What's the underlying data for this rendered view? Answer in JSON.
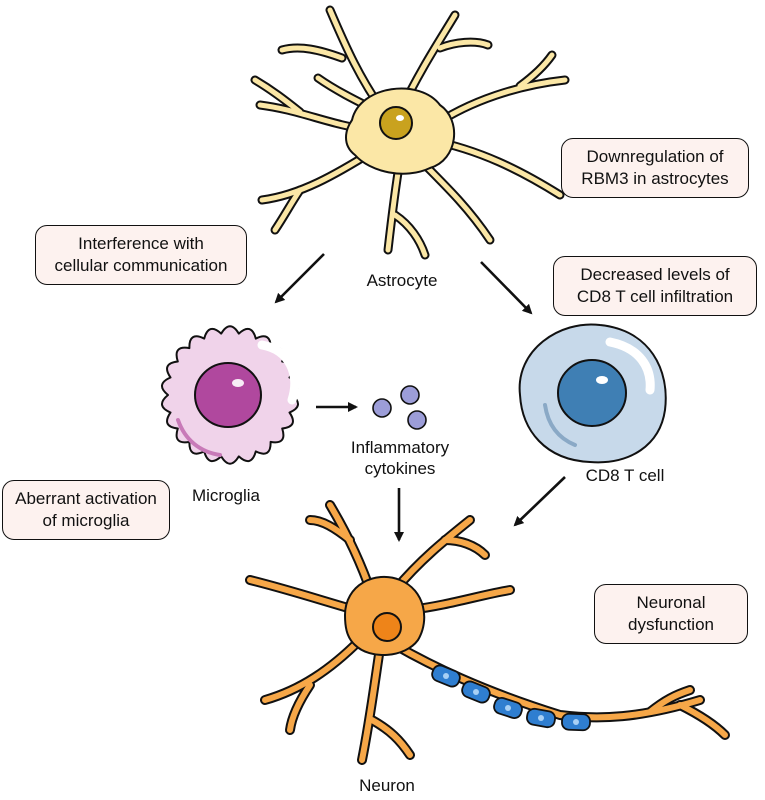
{
  "labels": {
    "astrocyte": "Astrocyte",
    "microglia": "Microglia",
    "cytokines": "Inflammatory\ncytokines",
    "cd8": "CD8 T cell",
    "neuron": "Neuron"
  },
  "boxes": {
    "downregulation": "Downregulation of\nRBM3 in astrocytes",
    "interference": "Interference with\ncellular communication",
    "decreased": "Decreased levels of\nCD8 T cell infiltration",
    "aberrant": "Aberrant activation\nof microglia",
    "dysfunction": "Neuronal\ndysfunction"
  },
  "colors": {
    "astrocyte": "#fbe7a6",
    "astrocyte_nucleus": "#c9a21e",
    "microglia": "#f0d3ea",
    "microglia_nucleus": "#b0489e",
    "tcell": "#c7d9ea",
    "tcell_nucleus": "#3f7fb4",
    "cytokine": "#9c9dd8",
    "neuron": "#f6a748",
    "neuron_nucleus": "#ee8419",
    "myelin": "#2f7ed0",
    "box_fill": "#fdf2ef"
  }
}
